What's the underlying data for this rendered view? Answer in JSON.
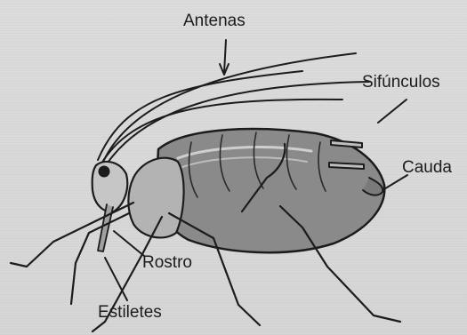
{
  "figure": {
    "background_color": "#d9d9d9",
    "ink_color": "#1c1c1c",
    "labels": {
      "antenas": "Antenas",
      "sifunculos": "Sifúnculos",
      "cauda": "Cauda",
      "rostro": "Rostro",
      "estiletes": "Estiletes"
    }
  }
}
